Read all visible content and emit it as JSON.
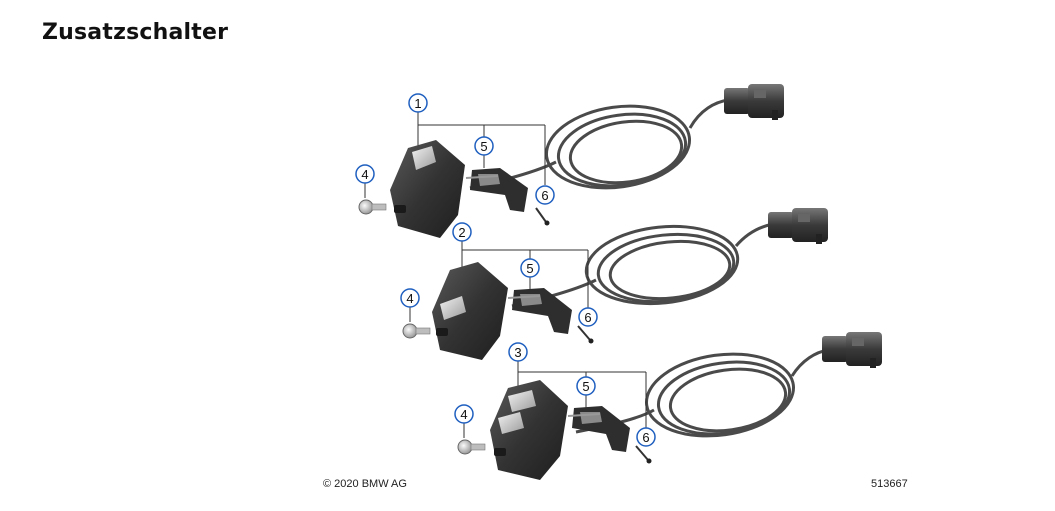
{
  "title": "Zusatzschalter",
  "copyright": "© 2020 BMW AG",
  "drawing_number": "513667",
  "callouts": {
    "c1": "1",
    "c2": "2",
    "c3": "3",
    "c4a": "4",
    "c4b": "4",
    "c4c": "4",
    "c5a": "5",
    "c5b": "5",
    "c5c": "5",
    "c6a": "6",
    "c6b": "6",
    "c6c": "6"
  },
  "colors": {
    "callout_blue": "#1f5fbf",
    "part_dark": "#3a3a3a",
    "cable": "#4a4a4a"
  }
}
